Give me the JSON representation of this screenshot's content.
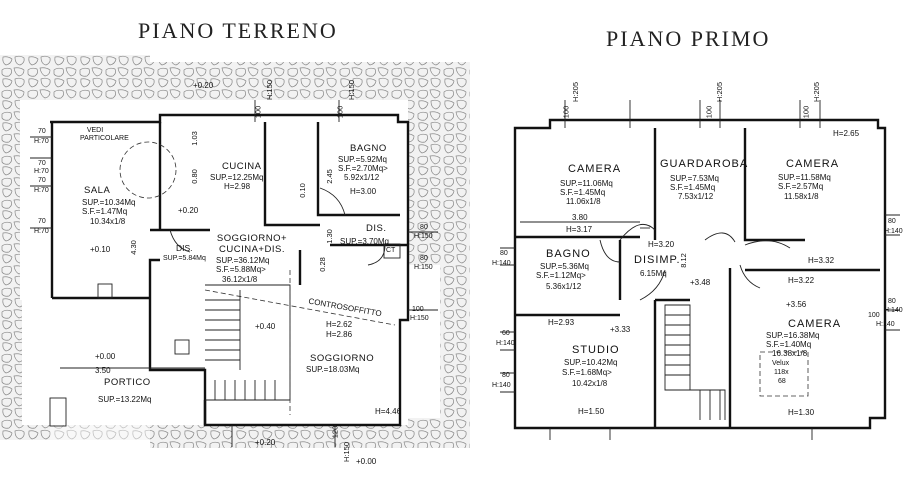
{
  "ground_floor": {
    "title": "PIANO TERRENO",
    "rooms": {
      "sala": {
        "name": "SALA",
        "sup": "SUP.=10.34Mq",
        "sf": "S.F.=1.47Mq",
        "ratio": "10.34x1/8"
      },
      "cucina": {
        "name": "CUCINA",
        "sup": "SUP.=12.25Mq",
        "h": "H=2.98"
      },
      "bagno": {
        "name": "BAGNO",
        "sup": "SUP.=5.92Mq",
        "sf": "S.F.=2.70Mq>",
        "ratio": "5.92x1/12",
        "h": "H=3.00"
      },
      "dis1": {
        "name": "DIS.",
        "sup": "SUP.=5.84Mq"
      },
      "dis2": {
        "name": "DIS.",
        "sup": "SUP.=3.70Mq"
      },
      "soggiorno_cucina": {
        "name": "SOGGIORNO+ CUCINA+DIS.",
        "sup": "SUP.=36.12Mq",
        "sf": "S.F.=5.88Mq>",
        "ratio": "36.12x1/8"
      },
      "soggiorno": {
        "name": "SOGGIORNO",
        "sup": "SUP.=18.03Mq"
      },
      "portico": {
        "name": "PORTICO",
        "sup": "SUP.=13.22Mq"
      }
    },
    "notes": {
      "vedi": "VEDI PARTICOLARE",
      "controsoffitto": "CONTROSOFFITTO",
      "h262": "H=2.62",
      "h286": "H=2.86",
      "h446": "H=4.46",
      "ct": "CT"
    },
    "levels": [
      "+0.20",
      "+0.20",
      "+0.10",
      "+0.40",
      "+0.00",
      "+0.20",
      "+0.00"
    ],
    "dims": [
      "1.03",
      "0.80",
      "0.10",
      "2.45",
      "1.30",
      "0.28",
      "4.30",
      "3.50"
    ],
    "windows": [
      "70",
      "H:70",
      "70",
      "H:70",
      "70",
      "H:70",
      "70",
      "H:70",
      "80",
      "H:150",
      "100",
      "H:150",
      "100",
      "H:150",
      "100",
      "H:150",
      "120",
      "H:150",
      "80",
      "H:150"
    ]
  },
  "first_floor": {
    "title": "PIANO PRIMO",
    "rooms": {
      "camera1": {
        "name": "CAMERA",
        "sup": "SUP.=11.06Mq",
        "sf": "S.F.=1.45Mq",
        "ratio": "11.06x1/8"
      },
      "guardaroba": {
        "name": "GUARDAROBA",
        "sup": "SUP.=7.53Mq",
        "sf": "S.F.=1.45Mq",
        "ratio": "7.53x1/12"
      },
      "camera2": {
        "name": "CAMERA",
        "sup": "SUP.=11.58Mq",
        "sf": "S.F.=2.57Mq",
        "ratio": "11.58x1/8"
      },
      "bagno": {
        "name": "BAGNO",
        "sup": "SUP.=5.36Mq",
        "sf": "S.F.=1.12Mq>",
        "ratio": "5.36x1/12"
      },
      "disimp": {
        "name": "DISIMP.",
        "sup": "6.15Mq"
      },
      "studio": {
        "name": "STUDIO",
        "sup": "SUP.=10.42Mq",
        "sf": "S.F.=1.68Mq>",
        "ratio": "10.42x1/8"
      },
      "camera3": {
        "name": "CAMERA",
        "sup": "SUP.=16.38Mq",
        "sf": "S.F.=1.40Mq",
        "ratio": "16.38x1/8"
      }
    },
    "notes": {
      "velux": "Velux",
      "velux_size": "118x",
      "velux_h": "68"
    },
    "heights": [
      "H=2.65",
      "H=3.17",
      "H=3.20",
      "H=3.32",
      "H=3.22",
      "H=2.93",
      "H=1.50",
      "H=1.30"
    ],
    "levels": [
      "+3.48",
      "+3.56",
      "+3.33"
    ],
    "dims": [
      "3.80",
      "8.12"
    ],
    "windows": [
      "100",
      "H:205",
      "100",
      "H:205",
      "100",
      "H:205",
      "80",
      "H:140",
      "80",
      "H:140",
      "60",
      "H:140",
      "80",
      "H:140",
      "100",
      "H:140",
      "80",
      "H:140"
    ]
  }
}
